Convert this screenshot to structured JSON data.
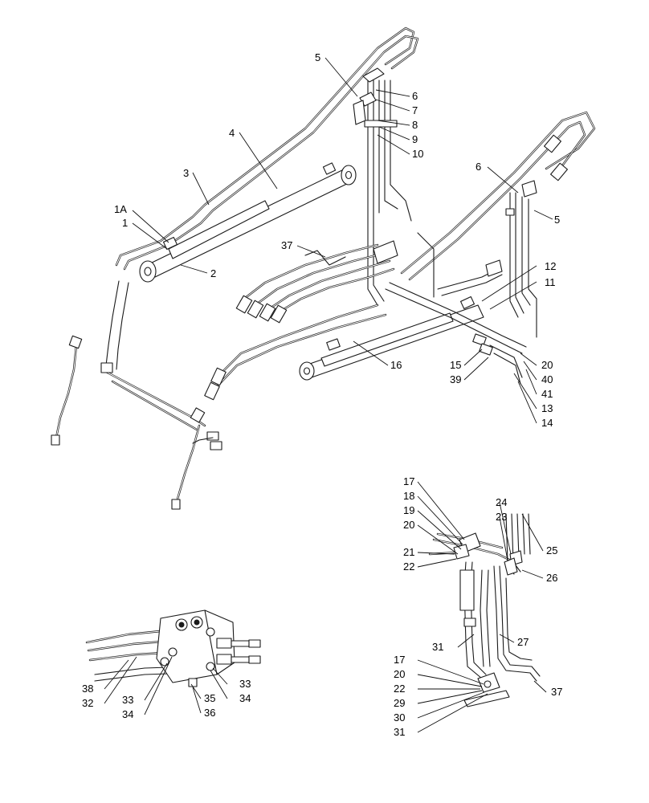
{
  "callouts": {
    "main": [
      "5",
      "6",
      "7",
      "8",
      "9",
      "10",
      "4",
      "3",
      "1A",
      "1",
      "2",
      "37",
      "6",
      "5",
      "12",
      "11",
      "16",
      "15",
      "39",
      "20",
      "40",
      "41",
      "13",
      "14"
    ],
    "detail_right": [
      "17",
      "18",
      "19",
      "20",
      "21",
      "22",
      "24",
      "23",
      "25",
      "26",
      "27",
      "31",
      "17",
      "20",
      "22",
      "29",
      "30",
      "31",
      "37"
    ],
    "detail_left": [
      "38",
      "32",
      "33",
      "34",
      "35",
      "36",
      "33",
      "34"
    ]
  }
}
